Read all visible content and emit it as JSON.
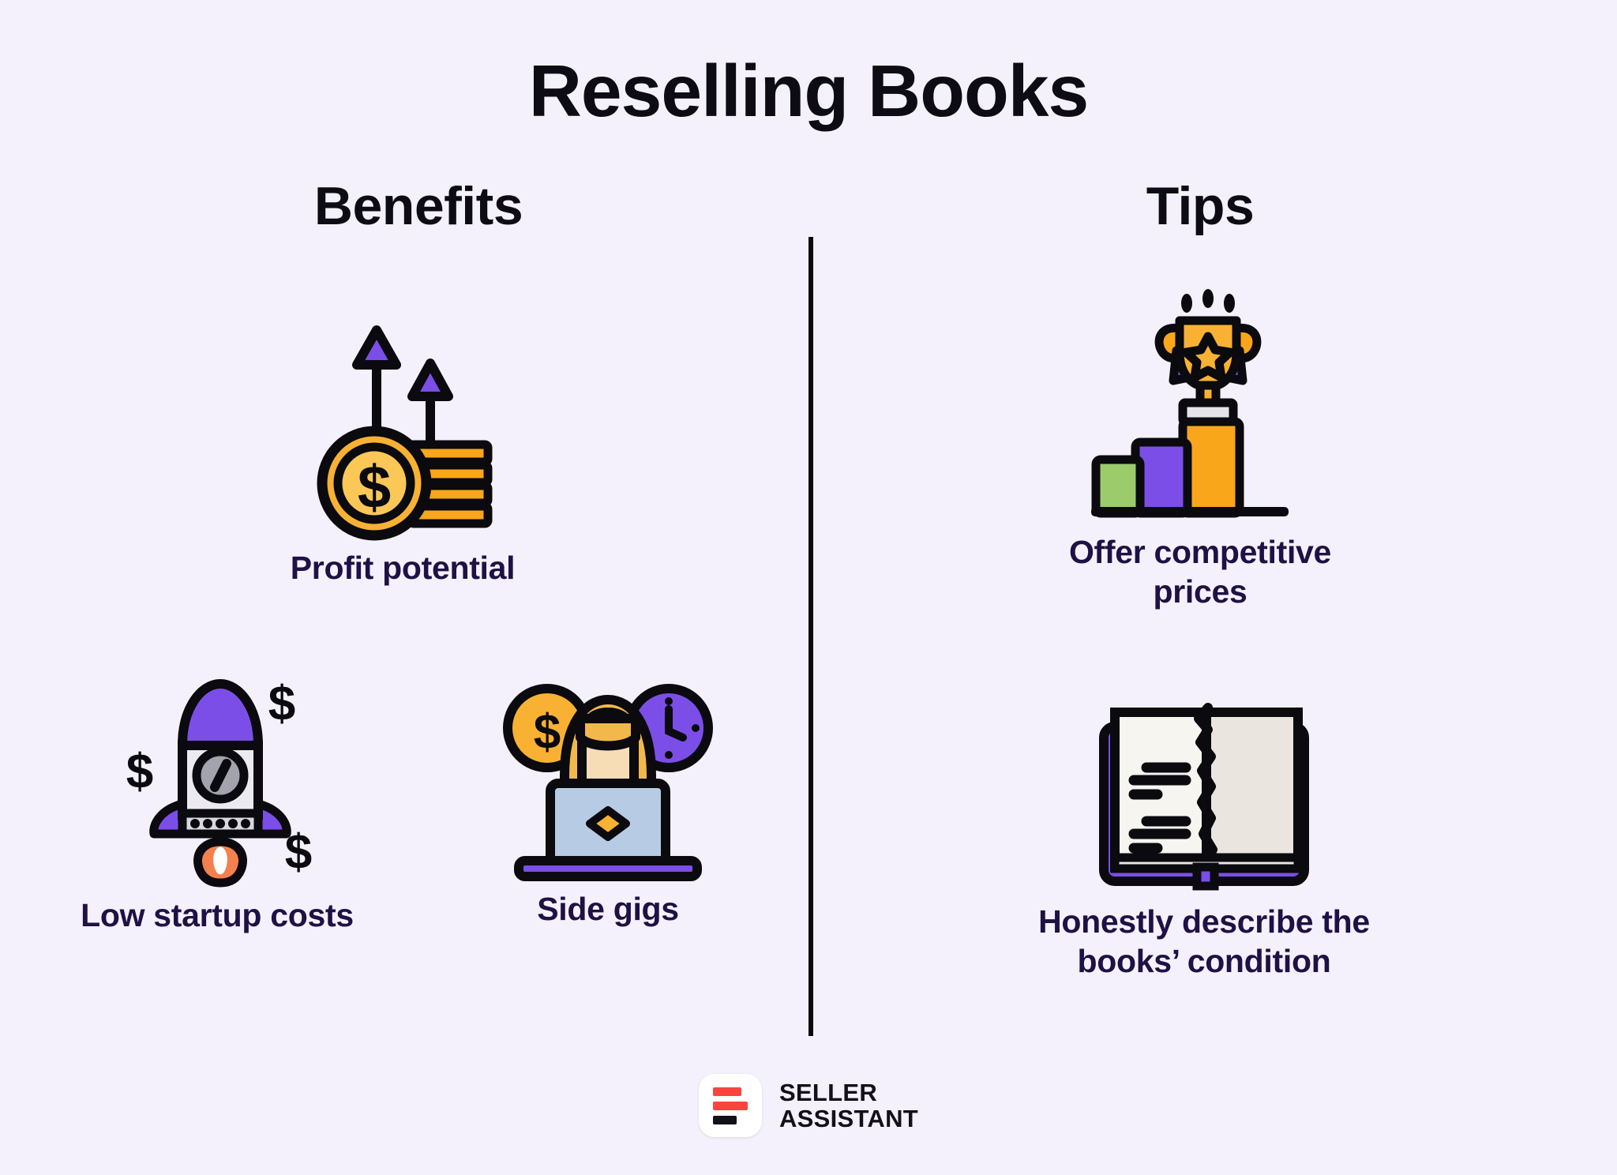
{
  "page": {
    "title": "Reselling Books",
    "background_color": "#f4f1fc",
    "title_color": "#0d0c14",
    "label_color": "#1e1145",
    "divider_color": "#0a0a0f"
  },
  "columns": {
    "left": {
      "heading": "Benefits"
    },
    "right": {
      "heading": "Tips"
    }
  },
  "benefits": [
    {
      "label": "Profit potential",
      "icon": "coins-with-up-arrows-icon",
      "colors": {
        "coin": "#f8b133",
        "coin_light": "#fbc756",
        "arrow": "#7b4ee8",
        "outline": "#0a0a0f"
      }
    },
    {
      "label": "Low startup costs",
      "icon": "rocket-with-dollar-signs-icon",
      "colors": {
        "body": "#7b4ee8",
        "hull": "#e9e9ee",
        "flame": "#f4804f",
        "outline": "#0a0a0f"
      }
    },
    {
      "label": "Side gigs",
      "icon": "person-at-laptop-icon",
      "colors": {
        "hair": "#f2b84b",
        "skin": "#f6ddb6",
        "laptop": "#b8cbe4",
        "coin": "#f8b133",
        "clock": "#7b4ee8",
        "outline": "#0a0a0f"
      }
    }
  ],
  "tips": [
    {
      "label_line1": "Offer competitive",
      "label_line2": "prices",
      "icon": "trophy-on-bar-chart-icon",
      "colors": {
        "bar1": "#9ccb6b",
        "bar2": "#7b4ee8",
        "bar3": "#f9a61a",
        "trophy": "#f8b133",
        "base": "#e4e4e9",
        "outline": "#0a0a0f"
      }
    },
    {
      "label_line1": "Honestly describe the",
      "label_line2": "books’ condition",
      "icon": "open-book-torn-page-icon",
      "colors": {
        "cover": "#7b4ee8",
        "page_left": "#f7f5f0",
        "page_right": "#eae5df",
        "outline": "#0a0a0f"
      }
    }
  ],
  "footer": {
    "logo_line1": "SELLER",
    "logo_line2": "ASSISTANT",
    "mark_bars": [
      {
        "color": "#f9453e"
      },
      {
        "color": "#f9453e"
      },
      {
        "color": "#121018"
      }
    ],
    "mark_background": "#ffffff"
  }
}
